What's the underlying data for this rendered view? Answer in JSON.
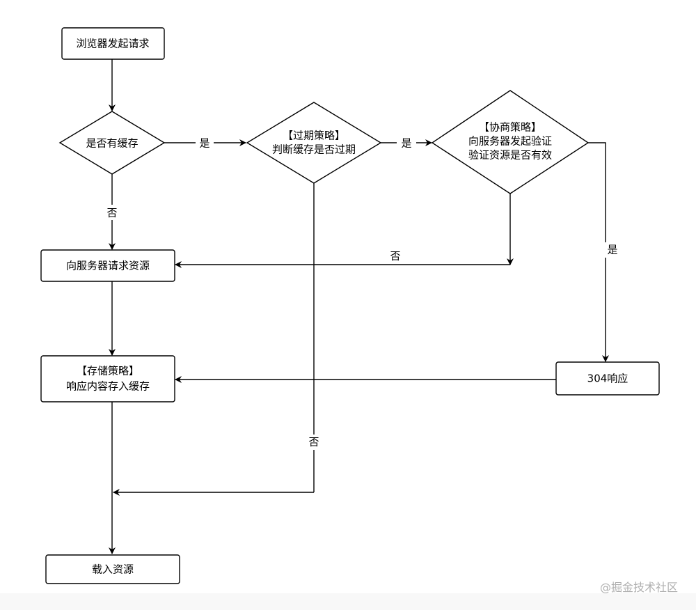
{
  "nodes": {
    "start": {
      "label": [
        "浏览器发起请求"
      ]
    },
    "has_cache": {
      "label": [
        "是否有缓存"
      ]
    },
    "expired_check": {
      "label": [
        "【过期策略】",
        "判断缓存是否过期"
      ]
    },
    "negotiate": {
      "label": [
        "【协商策略】",
        "向服务器发起验证",
        "验证资源是否有效"
      ]
    },
    "request_server": {
      "label": [
        "向服务器请求资源"
      ]
    },
    "store": {
      "label": [
        "【存储策略】",
        "响应内容存入缓存"
      ]
    },
    "resp304": {
      "label": [
        "304响应"
      ]
    },
    "load": {
      "label": [
        "载入资源"
      ]
    }
  },
  "edges": {
    "cache_yes": "是",
    "cache_no": "否",
    "expired_yes": "是",
    "expired_no": "否",
    "negotiate_no": "否",
    "negotiate_yes": "是"
  },
  "watermark": "@掘金技术社区"
}
